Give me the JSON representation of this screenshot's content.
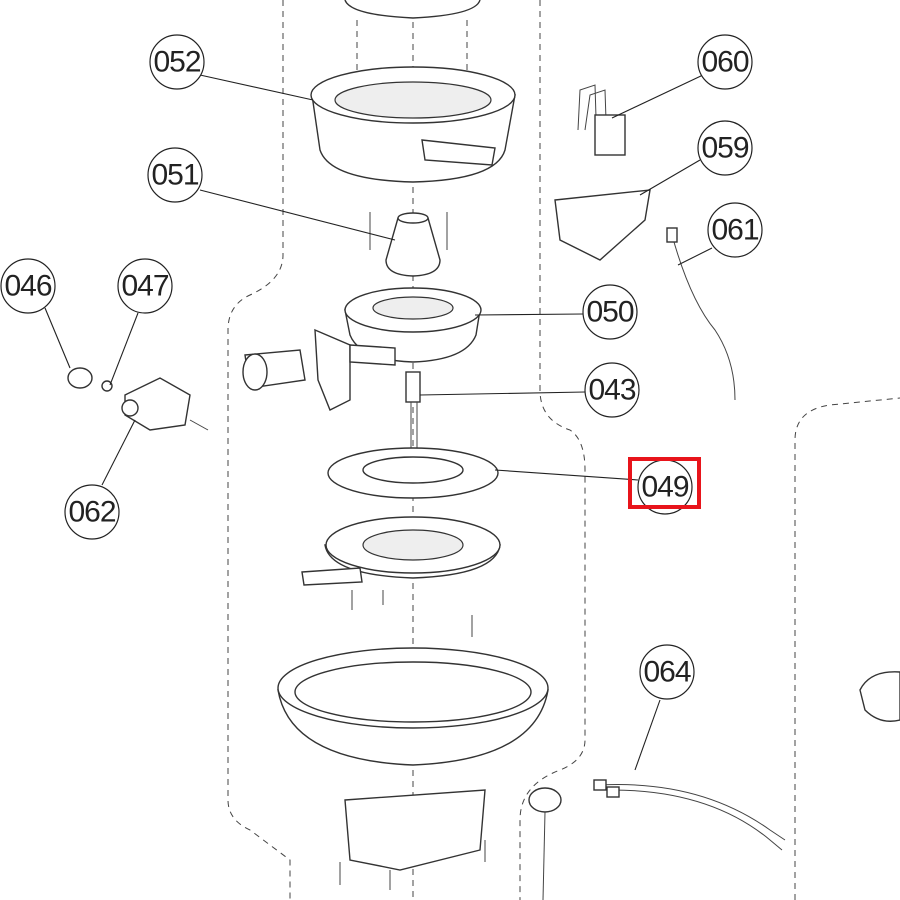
{
  "callouts": {
    "c052": "052",
    "c060": "060",
    "c059": "059",
    "c051": "051",
    "c061": "061",
    "c046": "046",
    "c047": "047",
    "c050": "050",
    "c043": "043",
    "c049": "049",
    "c062": "062",
    "c064": "064"
  },
  "highlight": {
    "target": "049",
    "color": "#e8141b"
  }
}
